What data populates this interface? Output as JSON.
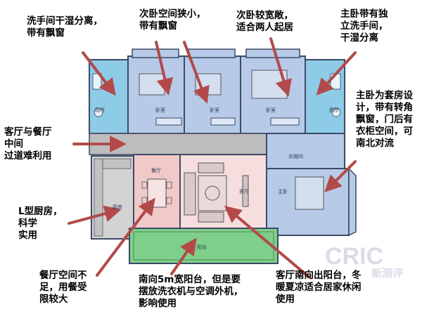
{
  "callouts": {
    "bathroom_left": "洗手间干湿分离，\n带有飘窗",
    "second_bedroom_small": "次卧空间狭小，\n带有飘窗",
    "second_bedroom_wide": "次卧较宽敞，\n适合两人起居",
    "master_bath": "主卧带有独\n立洗手间，\n干湿分离",
    "master_suite": "主卧为套房设\n计，带有转角\n飘窗，门后有\n衣柜空间，可\n南北对流",
    "corridor": "客厅与餐厅\n中间\n过道难利用",
    "kitchen": "L型厨房，\n科学\n实用",
    "dining": "餐厅空间不\n足，用餐受\n限较大",
    "balcony": "南向5m宽阳台，但是要\n摆放洗衣机与空调外机，\n影响使用",
    "living": "客厅南向出阳台，冬\n暖夏凉适合居家休闲\n使用"
  },
  "rooms": {
    "bath_left": "厕所",
    "bedroom_a": "卧室",
    "bedroom_b": "卧室",
    "bedroom_c": "卧室",
    "bath_right": "厕所",
    "wardrobe": "衣帽间",
    "master": "主卧",
    "dining": "餐厅",
    "living": "客厅",
    "kitchen": "厨房",
    "balcony": "阳台"
  },
  "watermark": {
    "brand": "CRIC",
    "sub": "新测评"
  },
  "colors": {
    "bath_blue": "#8ecbe6",
    "room_blue": "#b7cbe8",
    "corridor_gray": "#bdbdbd",
    "dining_pink": "#f2c9c9",
    "living_pink": "#f6dede",
    "balcony_green": "#7fcf8a",
    "kitchen_gray": "#d3d3d3",
    "arrow_red": "#b24a4a"
  }
}
